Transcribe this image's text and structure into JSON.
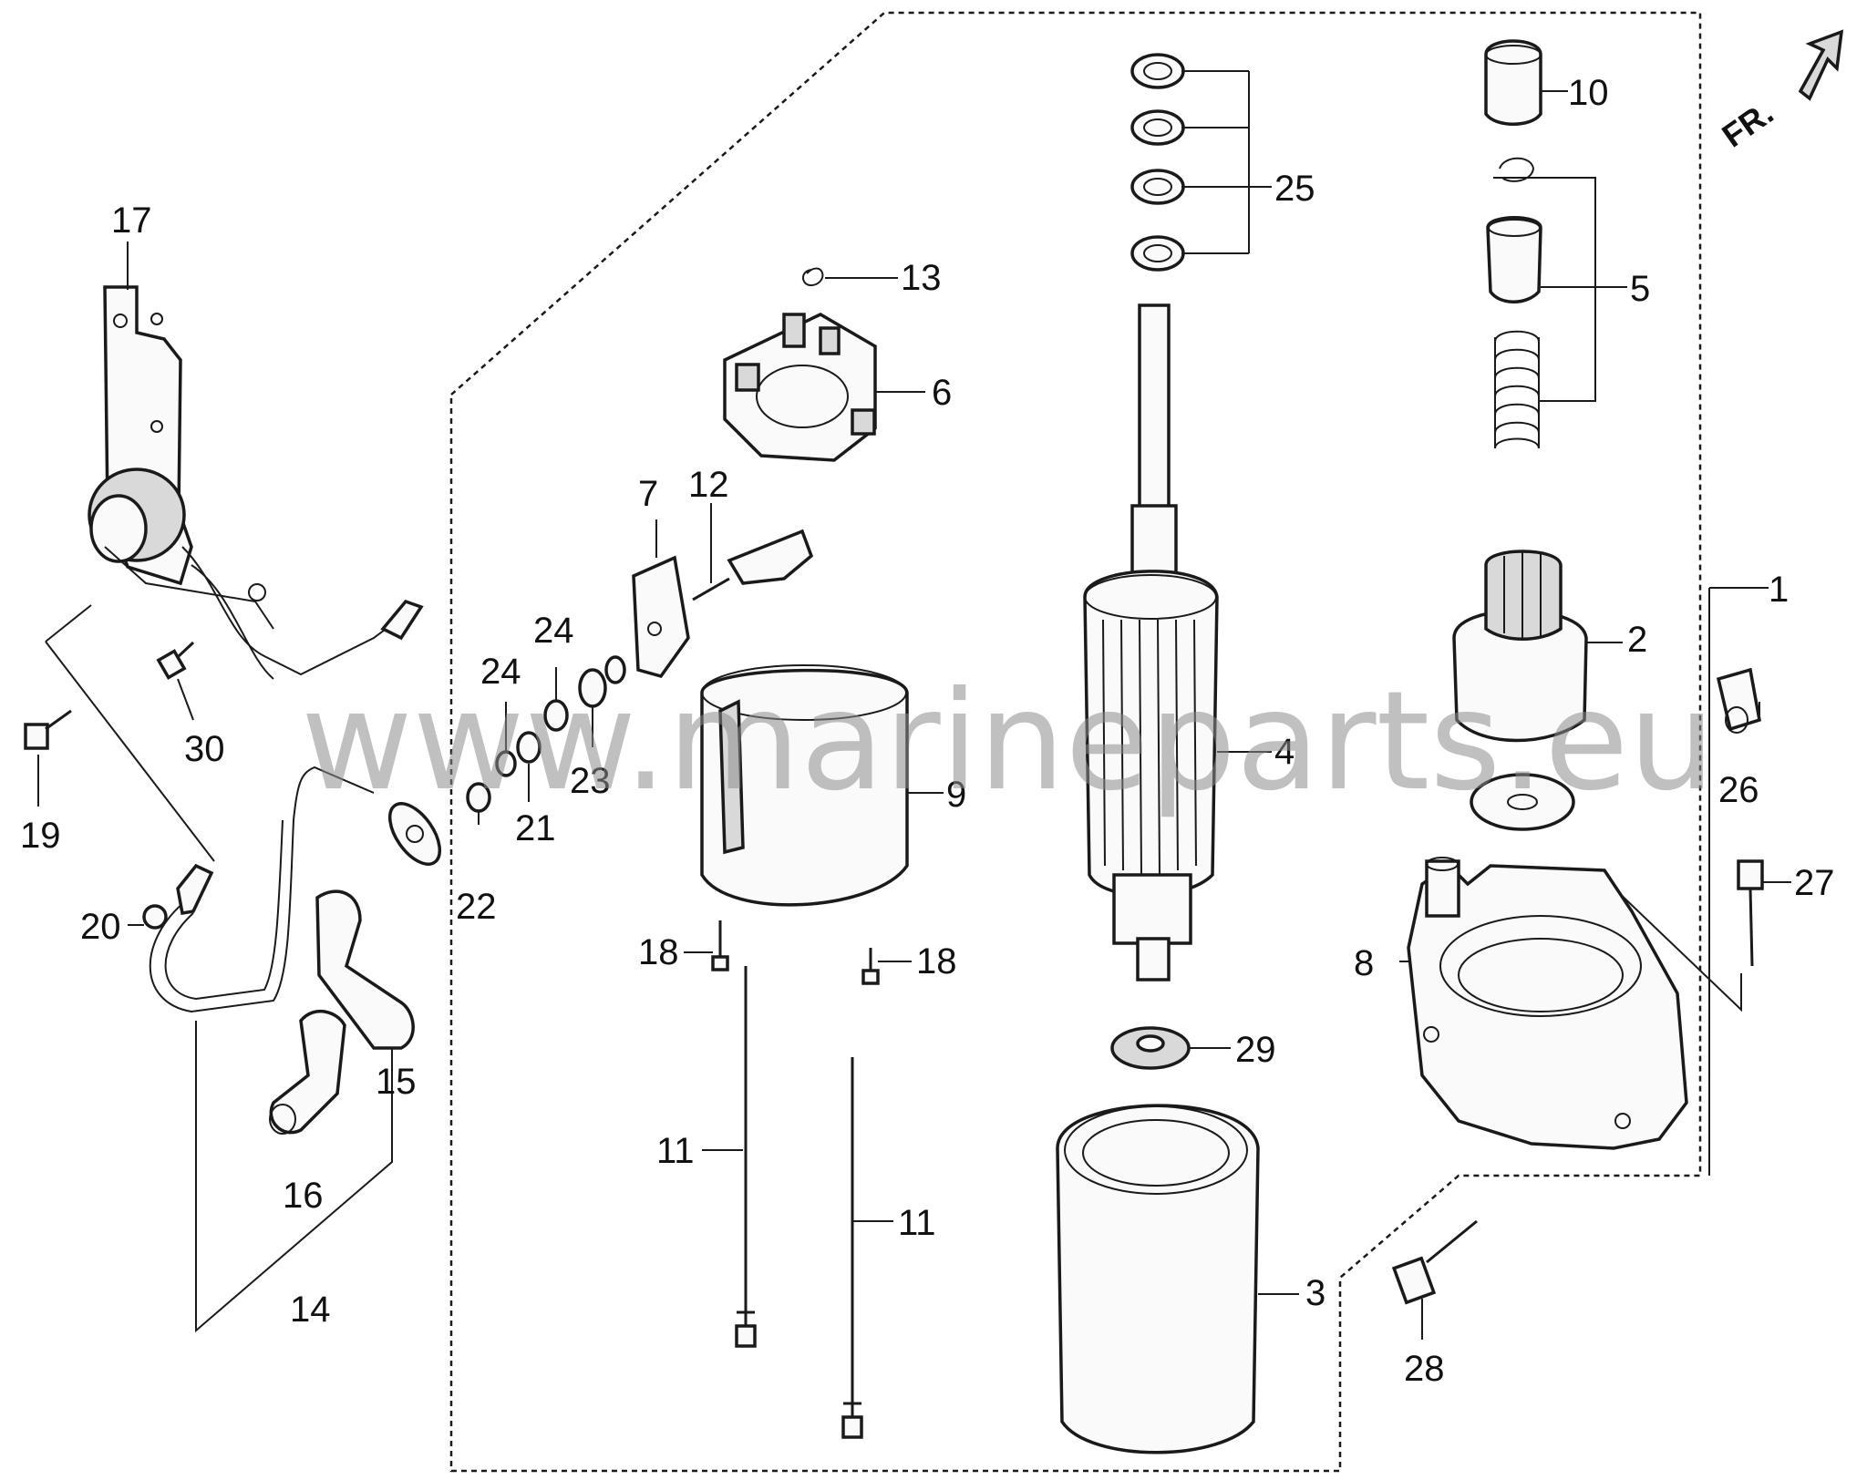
{
  "watermark": "www.marineparts.eu",
  "orientation": "FR.",
  "callouts": [
    "1",
    "2",
    "3",
    "4",
    "5",
    "6",
    "7",
    "8",
    "9",
    "10",
    "11",
    "11",
    "12",
    "13",
    "14",
    "15",
    "16",
    "17",
    "18",
    "18",
    "19",
    "20",
    "21",
    "22",
    "23",
    "24",
    "24",
    "25",
    "26",
    "27",
    "28",
    "29",
    "30"
  ],
  "colors": {
    "ink": "#1a1a1a",
    "watermark": "#8c8c8c",
    "background": "#ffffff"
  }
}
